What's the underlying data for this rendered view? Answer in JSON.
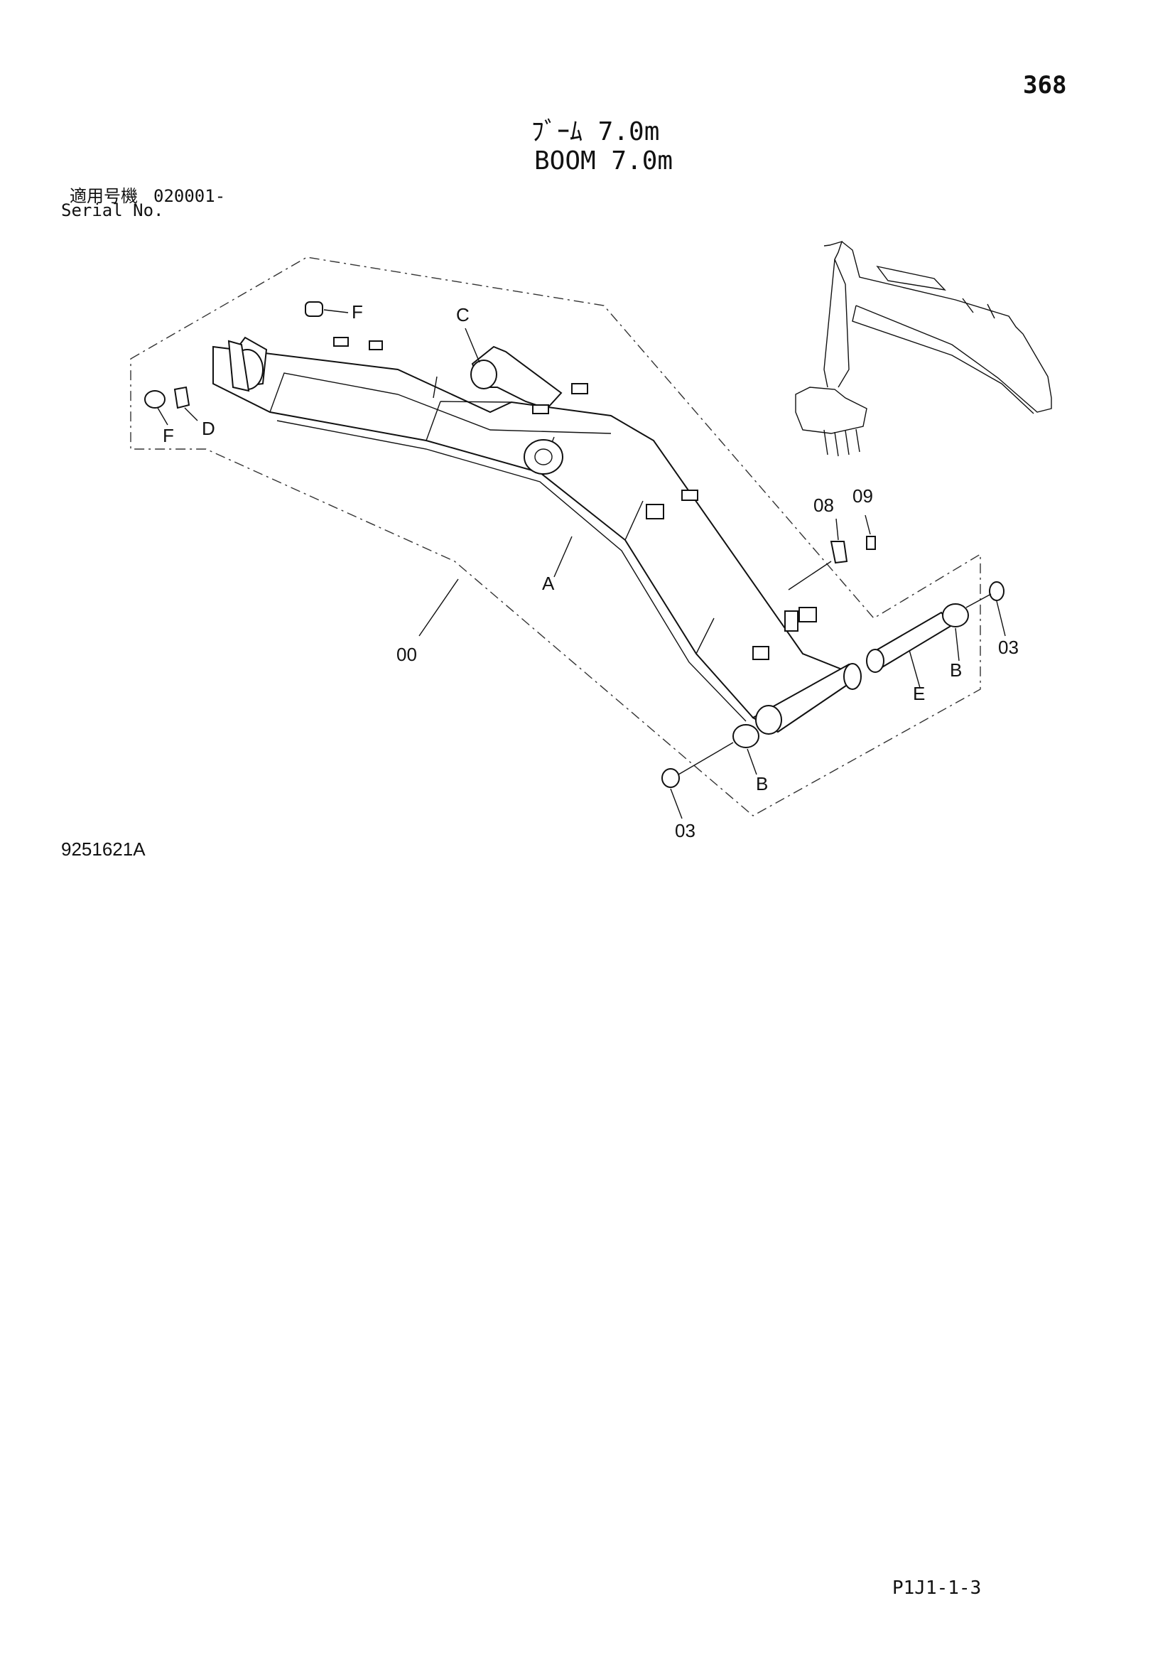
{
  "header": {
    "page_number": "368",
    "title_jp": "ﾌﾞｰﾑ 7.0m",
    "title_en": "BOOM 7.0m",
    "serial_label_jp": "適用号機",
    "serial_value": "020001-",
    "serial_label_en": "Serial No."
  },
  "diagram": {
    "callouts": {
      "f_top": "F",
      "c": "C",
      "f_left": "F",
      "d": "D",
      "a": "A",
      "assembly": "00",
      "part_08": "08",
      "part_09": "09",
      "part_03_right": "03",
      "b_right": "B",
      "e": "E",
      "b_bottom": "B",
      "part_03_bottom": "03"
    }
  },
  "footer": {
    "drawing_number": "9251621A",
    "page_code": "P1J1-1-3"
  }
}
